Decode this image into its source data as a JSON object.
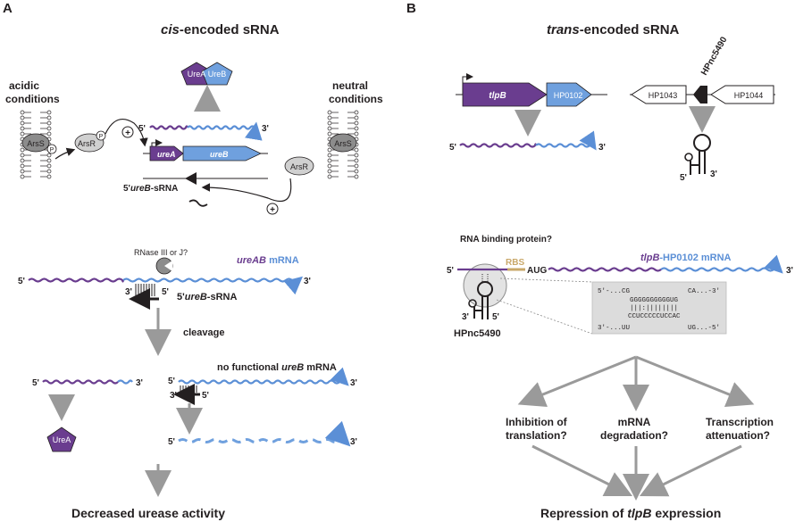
{
  "panel_a": {
    "letter": "A",
    "title_italic": "cis",
    "title_rest": "-encoded sRNA",
    "acidic": [
      "acidic",
      "conditions"
    ],
    "neutral": [
      "neutral",
      "conditions"
    ],
    "arss": "ArsS",
    "arsr": "ArsR",
    "phospho": "P",
    "plus": "⊕",
    "ureA": "UreA",
    "ureB": "UreB",
    "gene_ureA": "ureA",
    "gene_ureB": "ureB",
    "five": "5'",
    "three": "3'",
    "sRNA_label_pre": "5'",
    "sRNA_label_it": "ureB",
    "sRNA_label_post": "-sRNA",
    "rnase": "RNase III or J?",
    "mrna_it": "ureAB",
    "mrna_rest": " mRNA",
    "cleavage": "cleavage",
    "no_functional_pre": "no functional ",
    "no_functional_it": "ureB",
    "no_functional_post": " mRNA",
    "decreased": "Decreased urease activity"
  },
  "panel_b": {
    "letter": "B",
    "title_italic": "trans",
    "title_rest": "-encoded sRNA",
    "gene_tlpB": "tlpB",
    "gene_hp0102": "HP0102",
    "gene_hp1043": "HP1043",
    "gene_hp1044": "HP1044",
    "hpnc": "HPnc5490",
    "five": "5'",
    "three": "3'",
    "rbp": "RNA binding protein?",
    "rbs": "RBS",
    "aug": "AUG",
    "mrna_it": "tlpB",
    "mrna_rest": "-HP0102 mRNA",
    "seq1": "5'-...CG",
    "seq1r": "CA...-3'",
    "seq2": "GGGGGGGGGGUG",
    "seq3": "|||:||||||||",
    "seq4": "CCUCCCCCUCCAC",
    "seq5": "3'-...UU",
    "seq5r": "UG...-5'",
    "out1": [
      "Inhibition of",
      "translation?"
    ],
    "out2": [
      "mRNA",
      "degradation?"
    ],
    "out3": [
      "Transcription",
      "attenuation?"
    ],
    "repression_pre": "Repression of ",
    "repression_it": "tlpB",
    "repression_post": " expression"
  },
  "colors": {
    "purple": "#6a3d8f",
    "blue": "#5b8fd6",
    "grey_arrow": "#9a9a9a",
    "protein_grey": "#b5b5b5"
  }
}
